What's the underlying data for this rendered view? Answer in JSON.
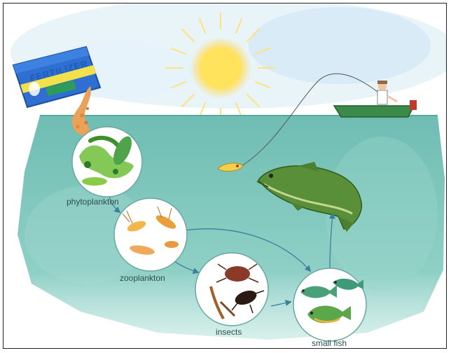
{
  "scene": {
    "fertilizer_label": "FERTILIZER",
    "stages": [
      {
        "id": "phytoplankton",
        "label": "phytoplankton"
      },
      {
        "id": "zooplankton",
        "label": "zooplankton"
      },
      {
        "id": "insects",
        "label": "insects"
      },
      {
        "id": "small-fish",
        "label": "small fish"
      }
    ]
  },
  "colors": {
    "water": "#7fc7be",
    "water_deep": "#5fb3a8",
    "sky": "#cfe6f2",
    "sun": "#ffe066",
    "bag": "#2e6fd1",
    "bag_stripe": "#f2e14a",
    "fertilizer": "#e8a25a",
    "boat": "#3b8a4a",
    "bass": "#5a8f3a",
    "arrow": "#3e7f9a"
  }
}
